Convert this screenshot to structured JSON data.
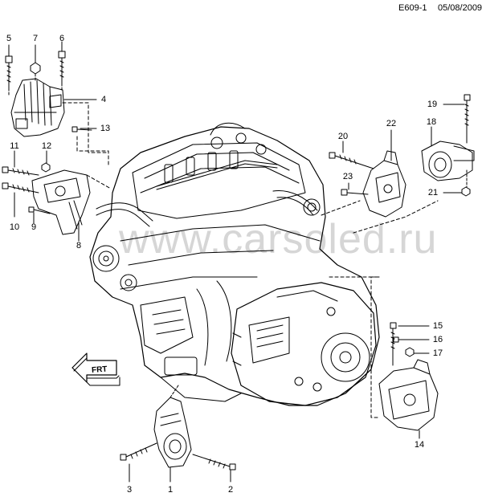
{
  "header": {
    "code": "E609-1",
    "date": "05/08/2009"
  },
  "watermark": "www.carsoled.ru",
  "arrow_label": "FRT",
  "callouts": {
    "c1": "1",
    "c2": "2",
    "c3": "3",
    "c4": "4",
    "c5": "5",
    "c6": "6",
    "c7": "7",
    "c8": "8",
    "c9": "9",
    "c10": "10",
    "c11": "11",
    "c12": "12",
    "c13": "13",
    "c14": "14",
    "c15": "15",
    "c16": "16",
    "c17": "17",
    "c18": "18",
    "c19": "19",
    "c20": "20",
    "c21": "21",
    "c22": "22",
    "c23": "23"
  }
}
